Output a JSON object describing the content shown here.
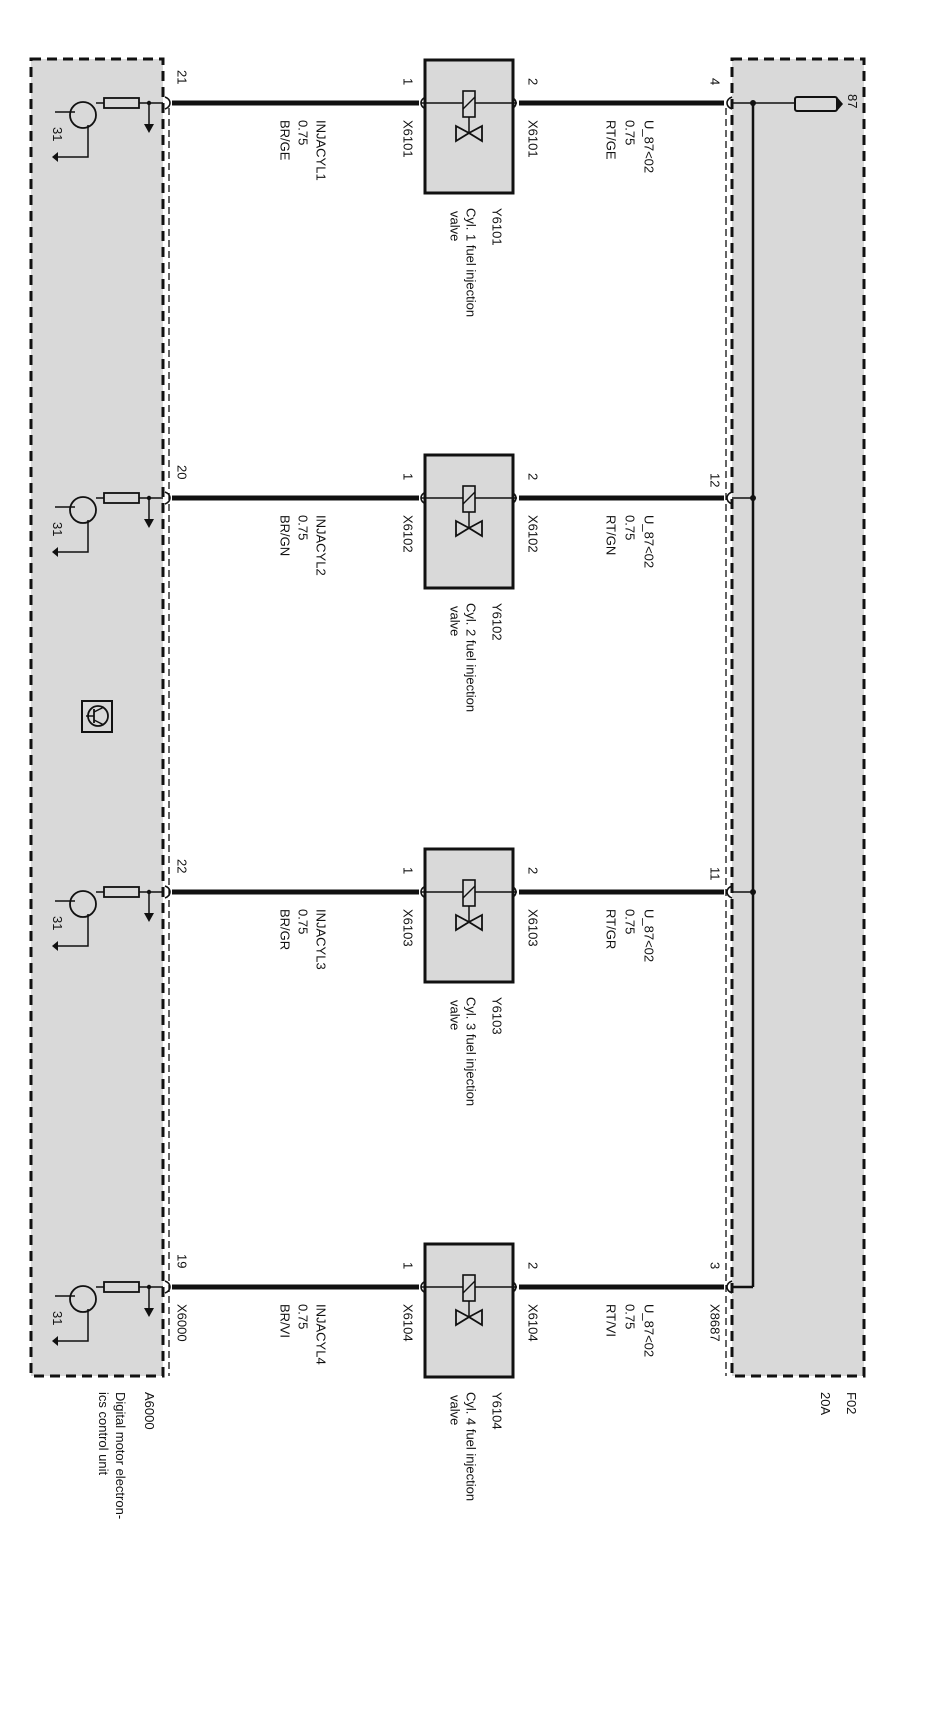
{
  "colors": {
    "box_fill": "#d9d9d9",
    "line": "#111111"
  },
  "ecu": {
    "id": "A6000",
    "name_lines": [
      "Digital motor electron-",
      "ics control unit"
    ],
    "ground_label": "31",
    "icon": "control-unit-icon"
  },
  "fuse": {
    "id": "F02",
    "rating": "20A",
    "pin": "87"
  },
  "rows": [
    {
      "ecu_pin": "21",
      "ecu_connector": "",
      "signal": [
        "INJACYL1",
        "0.75",
        "BR/GE"
      ],
      "pin1": "1",
      "conn1": "X6101",
      "pin2": "2",
      "conn2": "X6101",
      "supply": [
        "U_87<02",
        "0.75",
        "RT/GE"
      ],
      "fuse_pin": "4",
      "fuse_connector": "",
      "comp_id": "Y6101",
      "comp_name": [
        "Cyl. 1 fuel injection",
        "valve"
      ]
    },
    {
      "ecu_pin": "20",
      "ecu_connector": "",
      "signal": [
        "INJACYL2",
        "0.75",
        "BR/GN"
      ],
      "pin1": "1",
      "conn1": "X6102",
      "pin2": "2",
      "conn2": "X6102",
      "supply": [
        "U_87<02",
        "0.75",
        "RT/GN"
      ],
      "fuse_pin": "12",
      "fuse_connector": "",
      "comp_id": "Y6102",
      "comp_name": [
        "Cyl. 2 fuel injection",
        "valve"
      ]
    },
    {
      "ecu_pin": "22",
      "ecu_connector": "",
      "signal": [
        "INJACYL3",
        "0.75",
        "BR/GR"
      ],
      "pin1": "1",
      "conn1": "X6103",
      "pin2": "2",
      "conn2": "X6103",
      "supply": [
        "U_87<02",
        "0.75",
        "RT/GR"
      ],
      "fuse_pin": "11",
      "fuse_connector": "",
      "comp_id": "Y6103",
      "comp_name": [
        "Cyl. 3 fuel injection",
        "valve"
      ]
    },
    {
      "ecu_pin": "19",
      "ecu_connector": "X6000",
      "signal": [
        "INJACYL4",
        "0.75",
        "BR/VI"
      ],
      "pin1": "1",
      "conn1": "X6104",
      "pin2": "2",
      "conn2": "X6104",
      "supply": [
        "U_87<02",
        "0.75",
        "RT/VI"
      ],
      "fuse_pin": "3",
      "fuse_connector": "X8687",
      "comp_id": "Y6104",
      "comp_name": [
        "Cyl. 4 fuel injection",
        "valve"
      ]
    }
  ]
}
